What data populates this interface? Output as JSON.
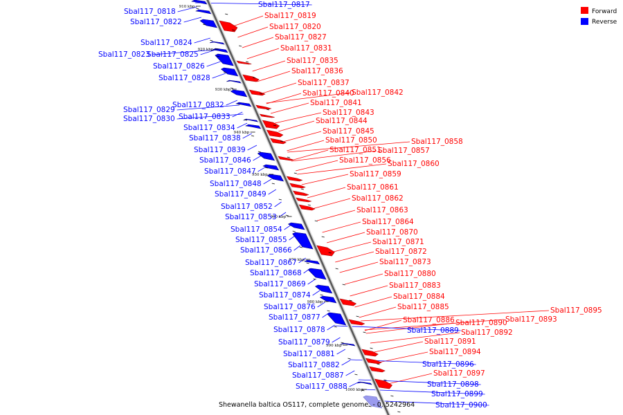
{
  "caption": "Shewanella baltica OS117, complete genome. - 0..5242964",
  "legend": {
    "forward_label": "Forward",
    "reverse_label": "Reverse",
    "forward_color": "#ff0000",
    "reverse_color": "#0000ff"
  },
  "ticks": [
    "910 kbp",
    "920 kbp",
    "930 kbp",
    "940 kbp",
    "950 kbp",
    "960 kbp",
    "970 kbp",
    "980 kbp",
    "990 kbp",
    "1000 kbp"
  ],
  "forward_genes": [
    "Sbal117_0819",
    "Sbal117_0820",
    "Sbal117_0827",
    "Sbal117_0831",
    "Sbal117_0835",
    "Sbal117_0836",
    "Sbal117_0837",
    "Sbal117_0840",
    "Sbal117_0842",
    "Sbal117_0841",
    "Sbal117_0843",
    "Sbal117_0844",
    "Sbal117_0845",
    "Sbal117_0850",
    "Sbal117_0858",
    "Sbal117_0851",
    "Sbal117_0857",
    "Sbal117_0856",
    "Sbal117_0860",
    "Sbal117_0859",
    "Sbal117_0861",
    "Sbal117_0862",
    "Sbal117_0863",
    "Sbal117_0864",
    "Sbal117_0870",
    "Sbal117_0871",
    "Sbal117_0872",
    "Sbal117_0873",
    "Sbal117_0880",
    "Sbal117_0883",
    "Sbal117_0884",
    "Sbal117_0885",
    "Sbal117_0895",
    "Sbal117_0886",
    "Sbal117_0890",
    "Sbal117_0893",
    "Sbal117_0892",
    "Sbal117_0891",
    "Sbal117_0894",
    "Sbal117_0897"
  ],
  "reverse_genes": [
    "Sbal117_0817",
    "Sbal117_0818",
    "Sbal117_0822",
    "Sbal117_0824",
    "Sbal117_0823",
    "Sbal117_0825",
    "Sbal117_0826",
    "Sbal117_0828",
    "Sbal117_0832",
    "Sbal117_0829",
    "Sbal117_0833",
    "Sbal117_0830",
    "Sbal117_0834",
    "Sbal117_0838",
    "Sbal117_0839",
    "Sbal117_0846",
    "Sbal117_0847",
    "Sbal117_0848",
    "Sbal117_0849",
    "Sbal117_0852",
    "Sbal117_0853",
    "Sbal117_0854",
    "Sbal117_0855",
    "Sbal117_0866",
    "Sbal117_0867",
    "Sbal117_0868",
    "Sbal117_0869",
    "Sbal117_0874",
    "Sbal117_0876",
    "Sbal117_0877",
    "Sbal117_0878",
    "Sbal117_0879",
    "Sbal117_0881",
    "Sbal117_0882",
    "Sbal117_0887",
    "Sbal117_0888",
    "Sbal117_0889",
    "Sbal117_0896",
    "Sbal117_0898",
    "Sbal117_0899",
    "Sbal117_0900"
  ]
}
